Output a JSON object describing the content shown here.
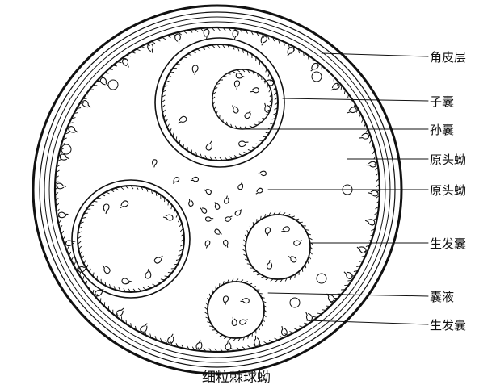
{
  "caption": "细粒棘球蚴",
  "labels": {
    "cuticle": "角皮层",
    "daughter_cyst": "子囊",
    "granddaughter_cyst": "孙囊",
    "protoscolex_attached": "原头蚴",
    "protoscolex_free": "原头蚴",
    "brood_capsule_inner": "生发囊",
    "cyst_fluid": "囊液",
    "germinal_layer": "生发囊"
  }
}
